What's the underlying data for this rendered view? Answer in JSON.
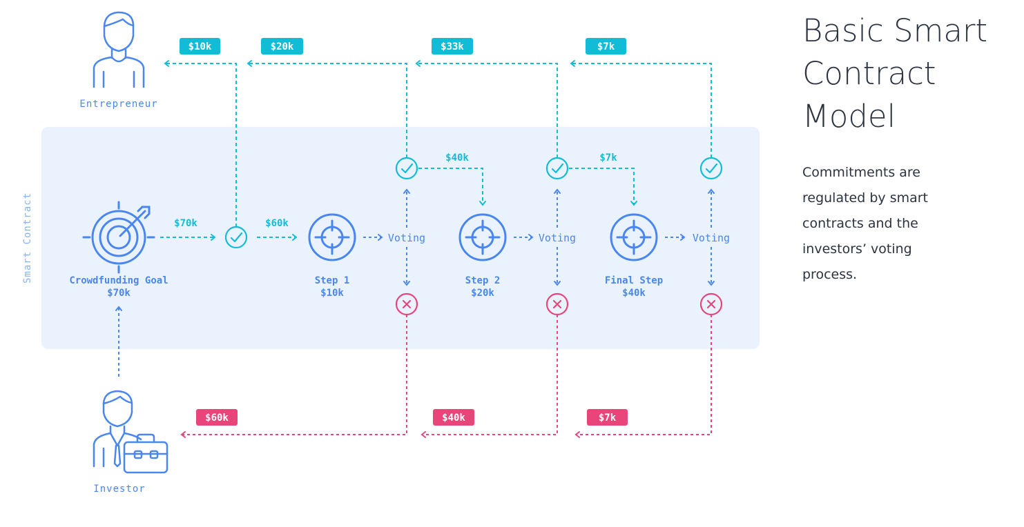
{
  "title_lines": [
    "Basic Smart",
    "Contract",
    "Model"
  ],
  "description_lines": [
    "Commitments are",
    "regulated by smart",
    "contracts and the",
    "investors’ voting",
    "process."
  ],
  "colors": {
    "blue": "#4a86f0",
    "teal": "#13bcd6",
    "pink": "#e8457a",
    "panel": "#eaf2fd",
    "side_label": "#8ab4f0",
    "text": "#2b3340"
  },
  "actors": {
    "entrepreneur": {
      "label": "Entrepreneur",
      "icon": "person-icon"
    },
    "investor": {
      "label": "Investor",
      "icon": "person-with-briefcase-icon"
    }
  },
  "region_label": "Smart Contract",
  "goal": {
    "label": "Crowdfunding Goal",
    "amount": "$70k",
    "icon": "target-with-arrow-icon"
  },
  "steps": [
    {
      "label": "Step 1",
      "amount": "$10k",
      "icon": "crosshair-icon"
    },
    {
      "label": "Step 2",
      "amount": "$20k",
      "icon": "crosshair-icon"
    },
    {
      "label": "Final Step",
      "amount": "$40k",
      "icon": "crosshair-icon"
    }
  ],
  "voting_label": "Voting",
  "flow_labels": {
    "goal_to_check": "$70k",
    "check_to_step1": "$60k",
    "vote1_to_step2": "$40k",
    "vote2_to_step3": "$7k"
  },
  "payout_badges": [
    "$10k",
    "$20k",
    "$33k",
    "$7k"
  ],
  "refund_badges": [
    "$60k",
    "$40k",
    "$7k"
  ]
}
